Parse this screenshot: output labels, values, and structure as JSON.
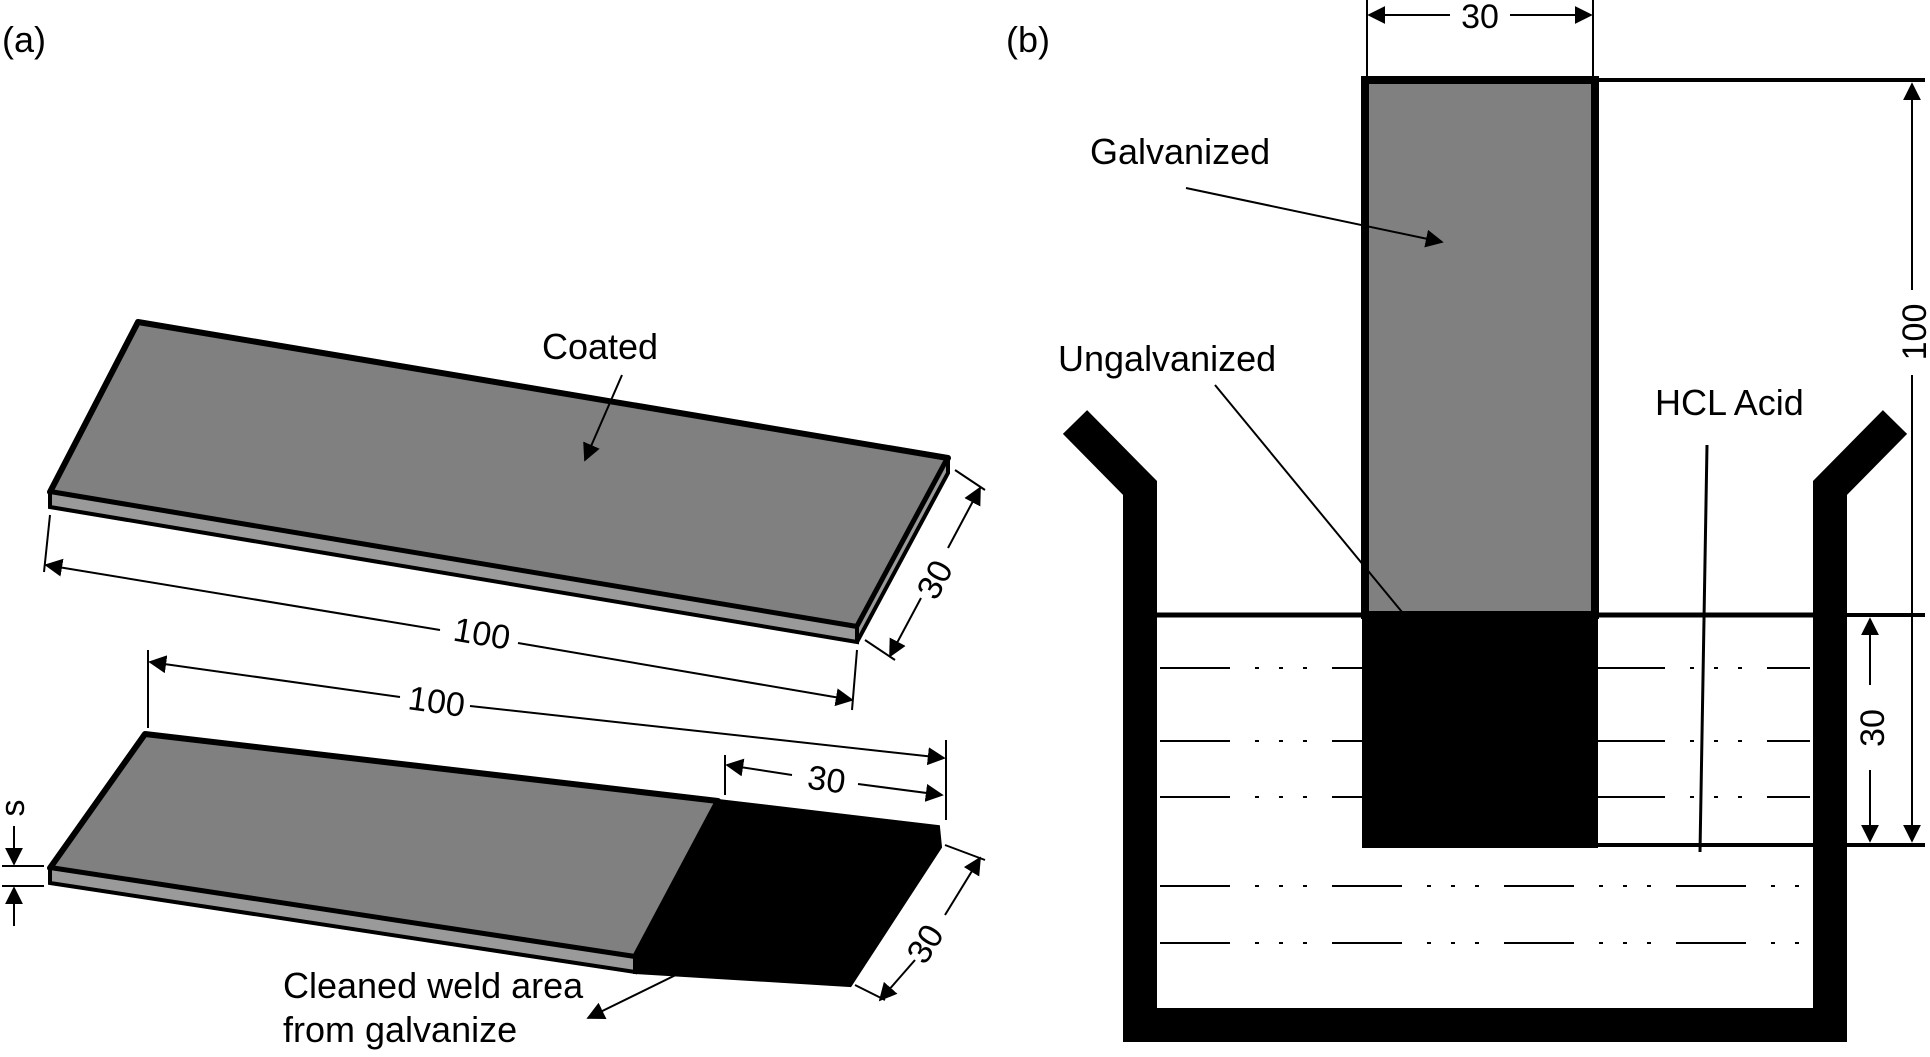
{
  "panel_a": {
    "panel_label": "(a)",
    "top_plate": {
      "label": "Coated",
      "length": "100",
      "width": "30"
    },
    "bottom_plate": {
      "length": "100",
      "cleaned_length": "30",
      "width": "30",
      "thickness_symbol": "s",
      "label_line1": "Cleaned weld area",
      "label_line2": "from galvanize"
    }
  },
  "panel_b": {
    "panel_label": "(b)",
    "width": "30",
    "height": "100",
    "immersion_depth": "30",
    "label_galvanized": "Galvanized",
    "label_ungalvanized": "Ungalvanized",
    "label_acid": "HCL Acid"
  },
  "colors": {
    "coated_gray": "#808080",
    "edge_gray": "#9a9a9a",
    "black": "#000000"
  }
}
